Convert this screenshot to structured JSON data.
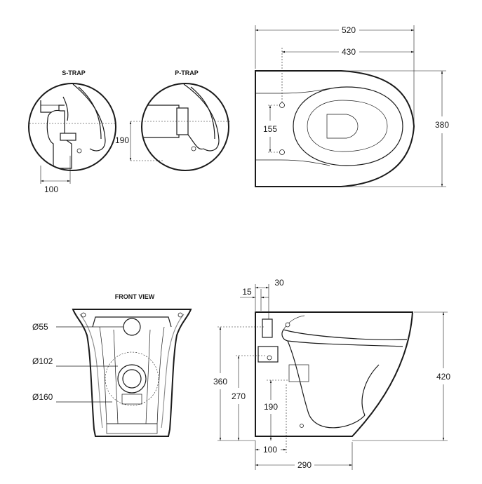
{
  "labels": {
    "s_trap": "S-TRAP",
    "p_trap": "P-TRAP",
    "front_view": "FRONT VIEW"
  },
  "dims": {
    "top_520": "520",
    "top_430": "430",
    "top_380": "380",
    "top_155": "155",
    "strap_100": "100",
    "ptrap_190": "190",
    "front_d55": "Ø55",
    "front_d102": "Ø102",
    "front_d160": "Ø160",
    "side_15": "15",
    "side_30": "30",
    "side_420": "420",
    "side_360": "360",
    "side_270": "270",
    "side_190": "190",
    "side_100": "100",
    "side_290": "290"
  }
}
